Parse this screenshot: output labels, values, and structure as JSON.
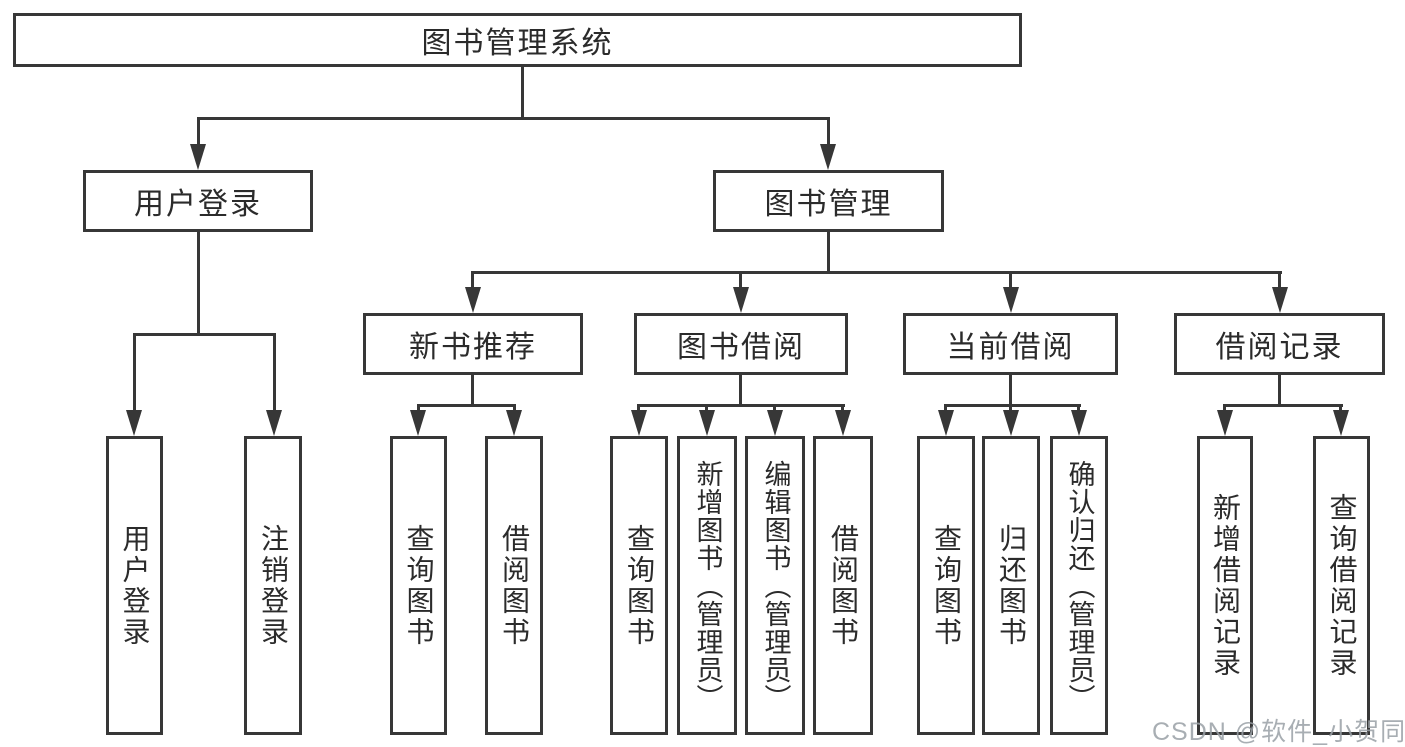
{
  "title": {
    "label": "图书管理系统"
  },
  "level1": {
    "user_login": {
      "label": "用户登录"
    },
    "book_management": {
      "label": "图书管理"
    }
  },
  "level2": {
    "new_book_recommend": {
      "label": "新书推荐"
    },
    "book_borrow": {
      "label": "图书借阅"
    },
    "current_borrow": {
      "label": "当前借阅"
    },
    "borrow_records": {
      "label": "借阅记录"
    }
  },
  "leaves": {
    "user": [
      "用户登录",
      "注销登录"
    ],
    "recommend": [
      "查询图书",
      "借阅图书"
    ],
    "borrow": [
      "查询图书",
      "新增图书（管理员）",
      "编辑图书（管理员）",
      "借阅图书"
    ],
    "current": [
      "查询图书",
      "归还图书",
      "确认归还（管理员）"
    ],
    "records": [
      "新增借阅记录",
      "查询借阅记录"
    ]
  },
  "watermark": {
    "text": "CSDN @软件_小贺同学"
  },
  "colors": {
    "line": "#373737",
    "text": "#2b2b2b",
    "watermark": "#9aa0a6",
    "background": "#ffffff"
  }
}
